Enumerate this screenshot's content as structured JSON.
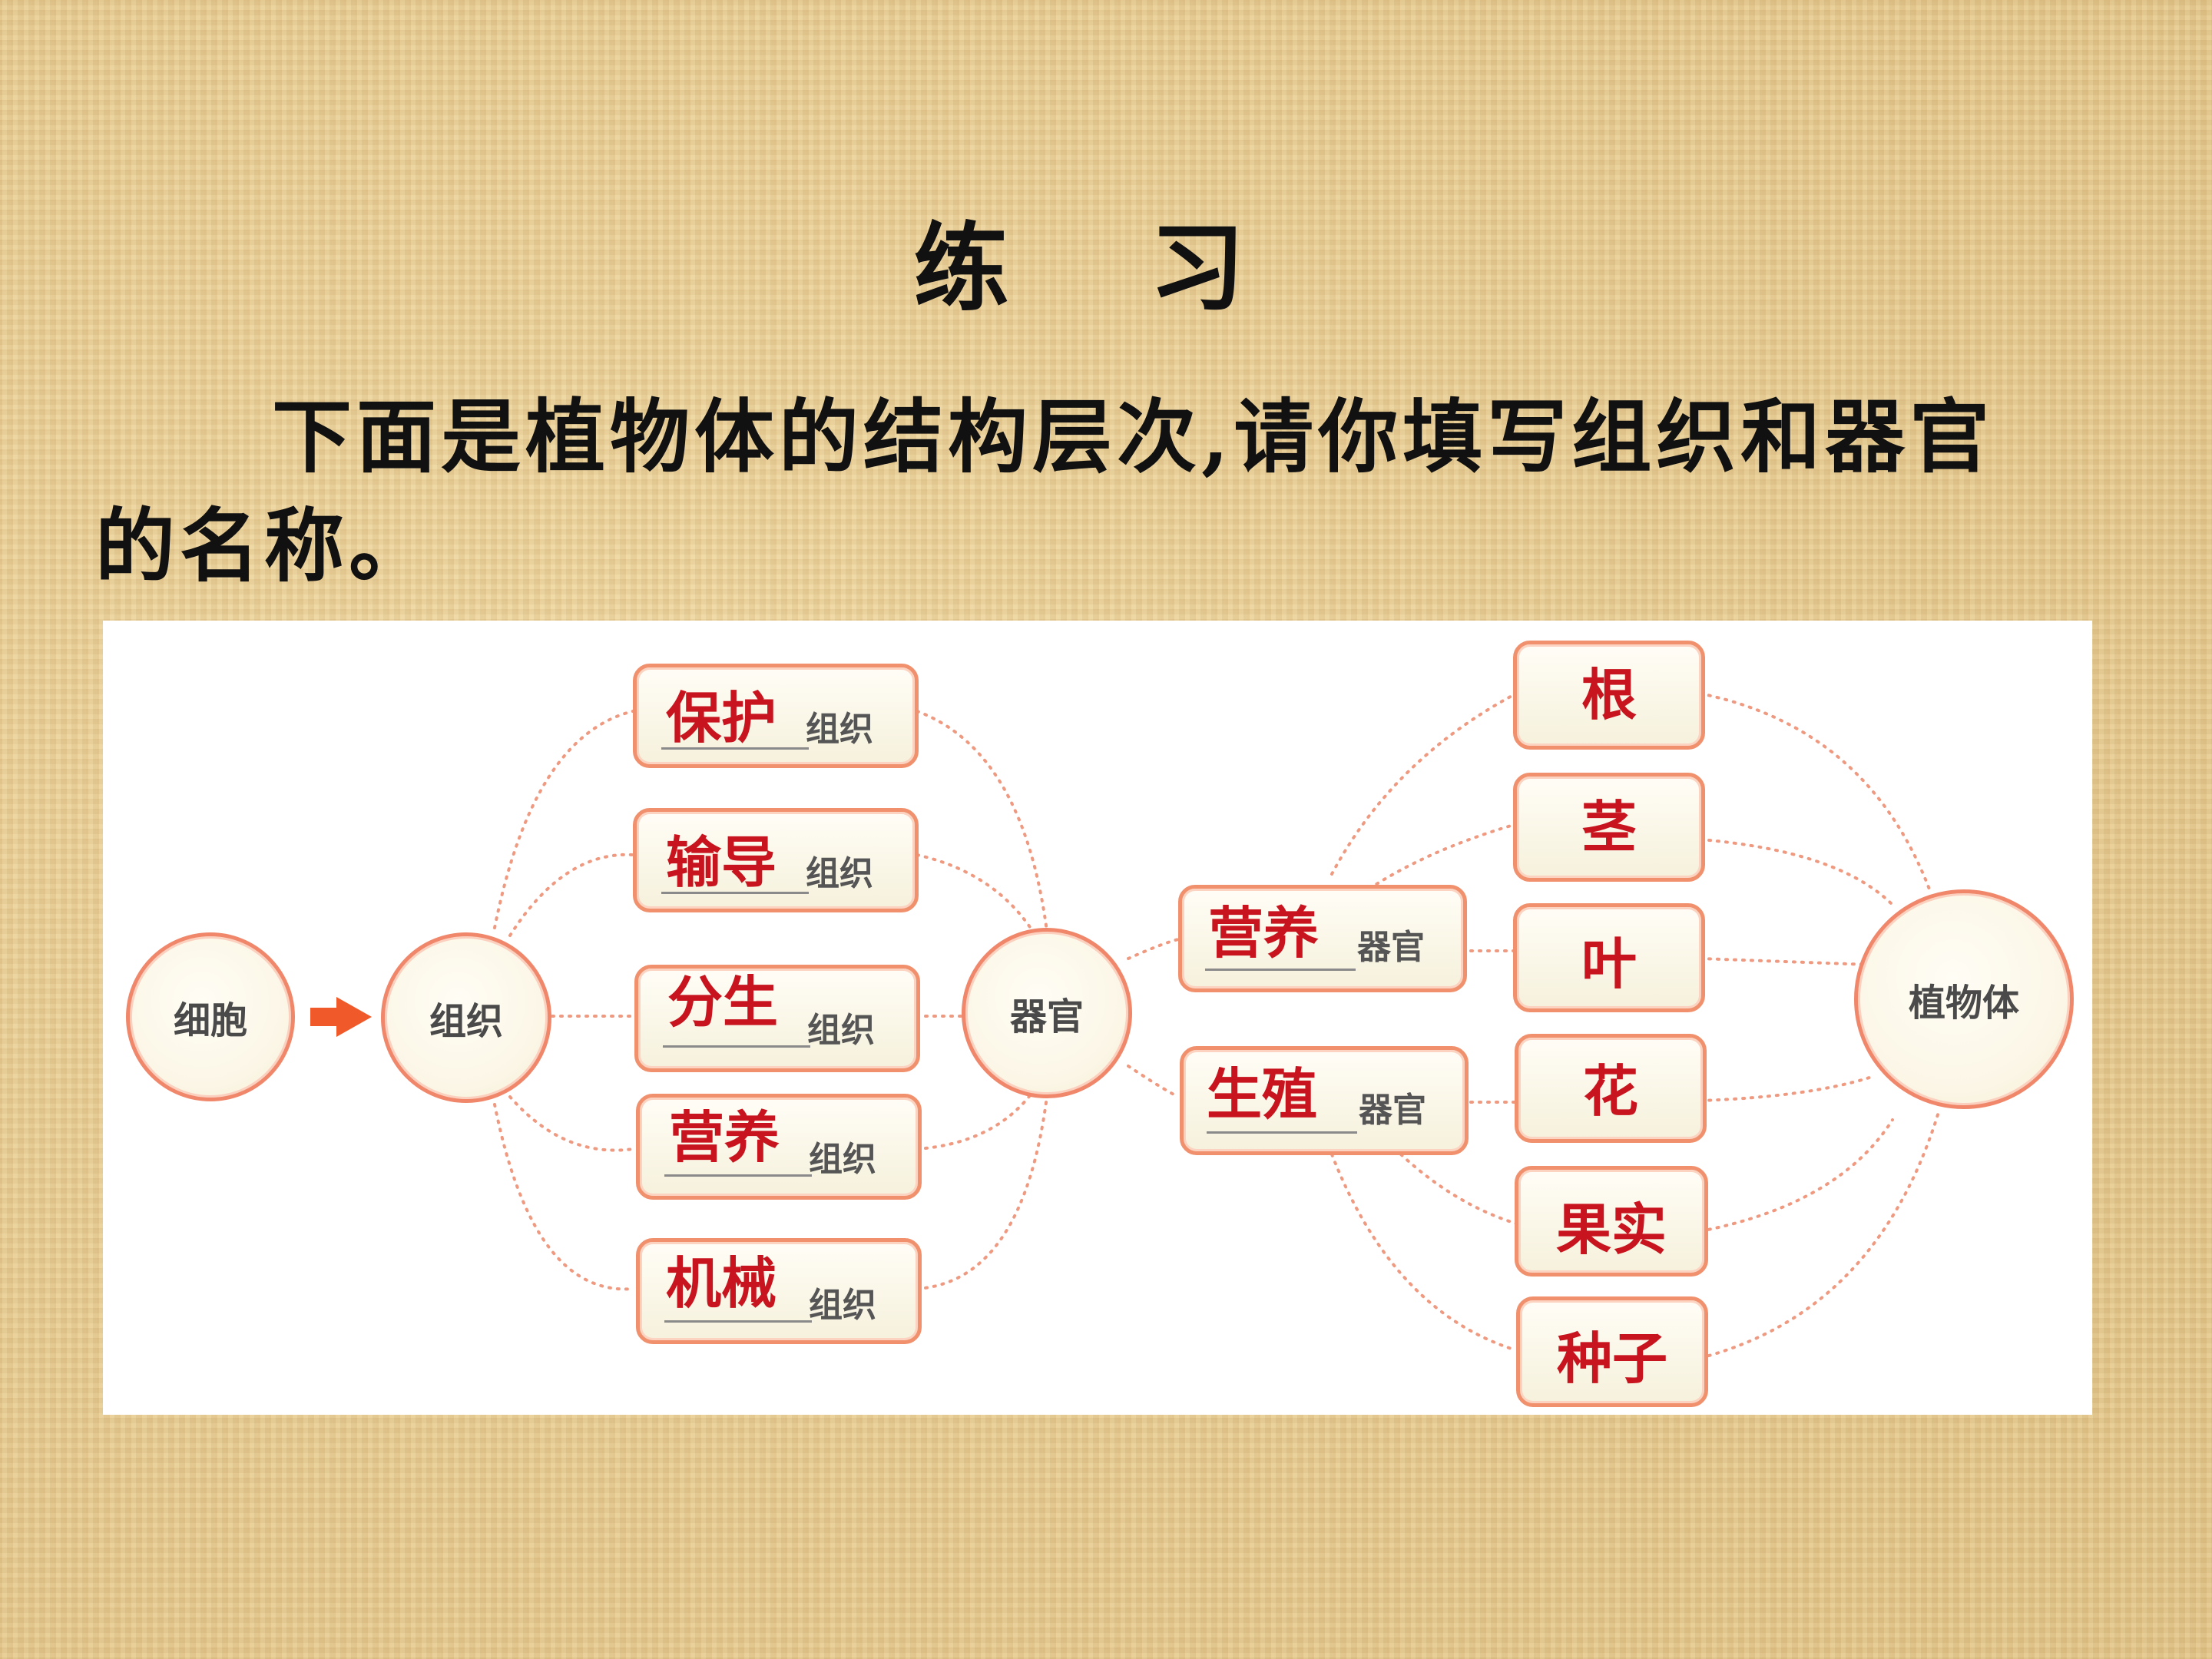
{
  "title": "练 习",
  "instruction": "下面是植物体的结构层次,请你填写组织和器官的名称。",
  "diagram": {
    "cell": "细胞",
    "tissue": "组织",
    "organ": "器官",
    "plant": "植物体",
    "tissue_suffix": "组织",
    "organ_suffix": "器官",
    "tissues": [
      "保护",
      "输导",
      "分生",
      "营养",
      "机械"
    ],
    "organ_groups": [
      "营养",
      "生殖"
    ],
    "organs": [
      "根",
      "茎",
      "叶",
      "花",
      "果实",
      "种子"
    ],
    "colors": {
      "answer": "#c8141e",
      "border": "#f0876a",
      "connector": "#ef9a80",
      "arrow": "#f05a2a"
    }
  }
}
